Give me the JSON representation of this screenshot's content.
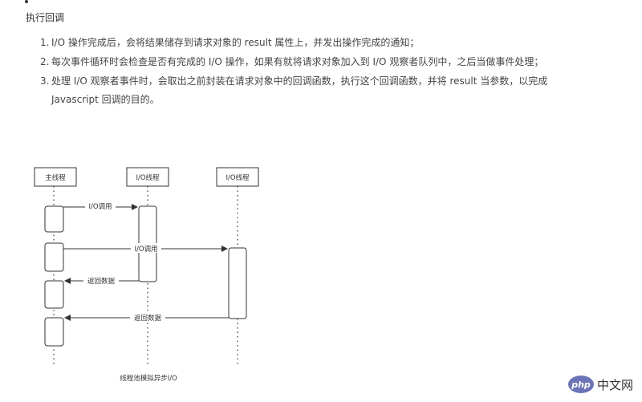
{
  "heading": "执行回调",
  "steps": [
    {
      "num": "1.",
      "text": "I/O 操作完成后，会将结果储存到请求对象的 result 属性上，并发出操作完成的通知；"
    },
    {
      "num": "2.",
      "text": "每次事件循环时会检查是否有完成的 I/O 操作，如果有就将请求对象加入到 I/O 观察者队列中，之后当做事件处理；"
    },
    {
      "num": "3.",
      "text": "处理 I/O 观察者事件时，会取出之前封装在请求对象中的回调函数，执行这个回调函数，并将 result 当参数，以完成 Javascript 回调的目的。"
    }
  ],
  "diagram": {
    "lanes": [
      "主线程",
      "I/O线程",
      "I/O线程"
    ],
    "messages": [
      "I/O调用",
      "I/O调用",
      "返回数据",
      "返回数据"
    ],
    "caption": "线程池模拟异步I/O"
  },
  "watermark": {
    "logo": "php",
    "text": "中文网"
  }
}
